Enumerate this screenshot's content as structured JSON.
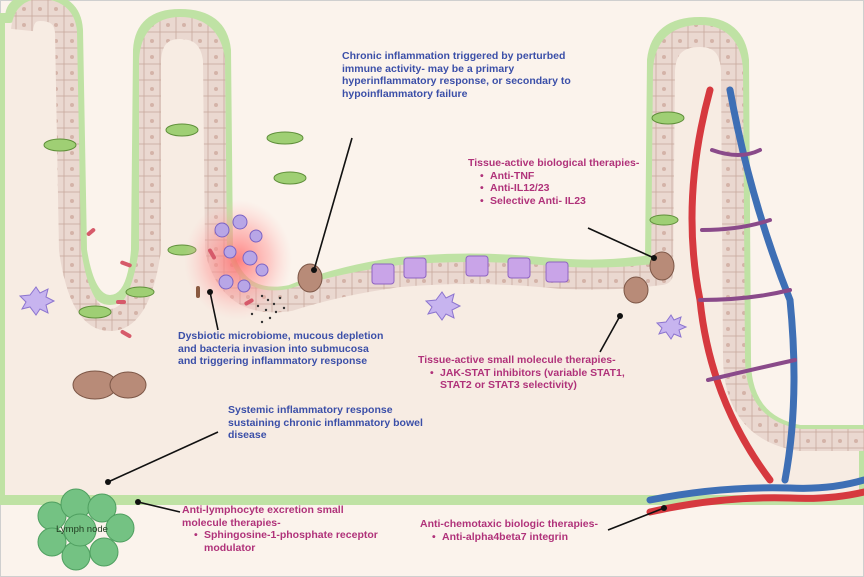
{
  "annotations": {
    "chronic_inflammation": "Chronic inflammation triggered by perturbed immune activity- may be a primary hyperinflammatory response, or secondary to hypoinflammatory failure",
    "tissue_biological": {
      "heading": "Tissue-active biological therapies-",
      "items": [
        "Anti-TNF",
        "Anti-IL12/23",
        "Selective Anti- IL23"
      ]
    },
    "dysbiotic": "Dysbiotic microbiome, mucous depletion and bacteria invasion into submucosa and triggering inflammatory response",
    "tissue_small_molecule": {
      "heading": "Tissue-active small molecule therapies-",
      "items": [
        "JAK-STAT inhibitors (variable STAT1, STAT2 or STAT3 selectivity)"
      ]
    },
    "systemic": "Systemic inflammatory response sustaining chronic inflammatory bowel disease",
    "anti_lymphocyte": {
      "heading": "Anti-lymphocyte excretion small molecule therapies-",
      "items": [
        "Sphingosine-1-phosphate receptor modulator"
      ]
    },
    "anti_chemotaxic": {
      "heading": "Anti-chemotaxic biologic therapies-",
      "items": [
        "Anti-alpha4beta7 integrin"
      ]
    },
    "lymph_node": "Lymph node"
  },
  "colors": {
    "background": "#fbf3ec",
    "mucosa_outline": "#cfe7b8",
    "epithelium": "#e8d6cf",
    "muscle_band": "#f2c9dc",
    "artery": "#d6393f",
    "vein": "#3e6fb5",
    "lymph_node": "#74c283",
    "text_blue": "#3b4fa8",
    "text_magenta": "#b0327a",
    "inflammation_glow": "#ff8a8a"
  }
}
